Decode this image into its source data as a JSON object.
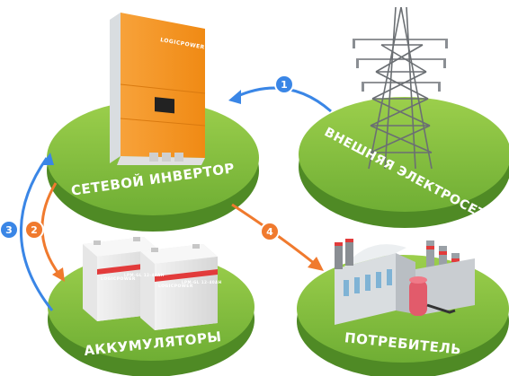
{
  "labels": {
    "inverter": "СЕТЕВОЙ ИНВЕРТОР",
    "grid": "ВНЕШНЯЯ ЭЛЕКТРОСЕТЬ",
    "batteries": "АККУМУЛЯТОРЫ",
    "consumer": "ПОТРЕБИТЕЛЬ"
  },
  "inverter_brand": "LOGICPOWER",
  "battery_brand": "LOGICPOWER",
  "battery_model": "LPM-GL 12-40AH",
  "flows": [
    {
      "number": "1",
      "color": "#3a86e6"
    },
    {
      "number": "2",
      "color": "#f07a2e"
    },
    {
      "number": "3",
      "color": "#3a86e6"
    },
    {
      "number": "4",
      "color": "#f07a2e"
    }
  ],
  "colors": {
    "island_top": "#8cc63f",
    "island_side": "#5a9a2a",
    "inverter_body": "#f7941d",
    "blue": "#3a86e6",
    "orange": "#f07a2e"
  }
}
